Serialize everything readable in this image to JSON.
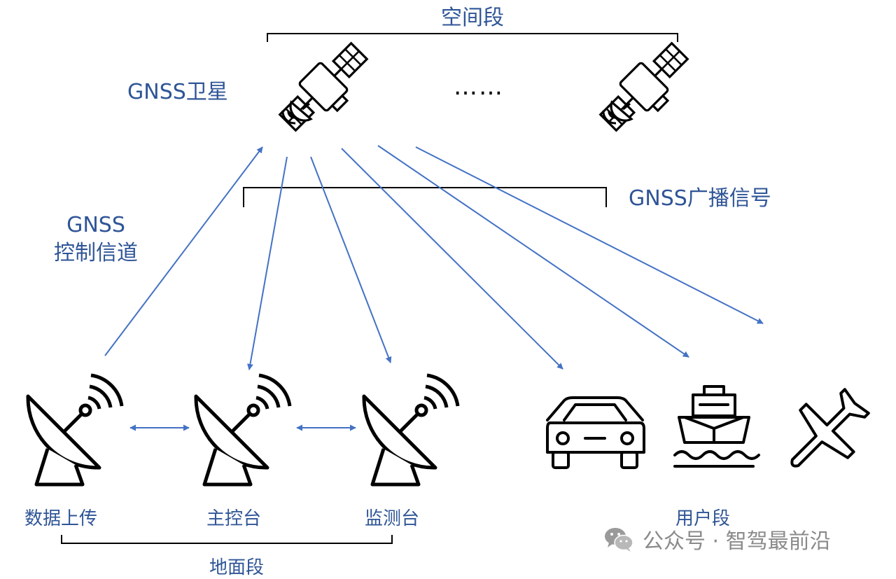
{
  "labels": {
    "space_segment": "空间段",
    "gnss_satellite": "GNSS卫星",
    "ellipsis": "……",
    "broadcast_signal": "GNSS广播信号",
    "control_channel_line1": "GNSS",
    "control_channel_line2": "控制信道",
    "data_upload": "数据上传",
    "master_control": "主控台",
    "monitor_station": "监测台",
    "ground_segment": "地面段",
    "user_segment": "用户段"
  },
  "watermark": {
    "text": "公众号 · 智驾最前沿",
    "icon": "wechat-icon"
  },
  "icons": {
    "satellite": "satellite-icon",
    "dish": "satellite-dish-icon",
    "car": "car-icon",
    "ship": "ship-icon",
    "plane": "airplane-icon"
  },
  "colors": {
    "accent": "#2f5597",
    "arrow": "#4472c4",
    "icon": "#000000",
    "watermark": "#8a8a8a"
  }
}
